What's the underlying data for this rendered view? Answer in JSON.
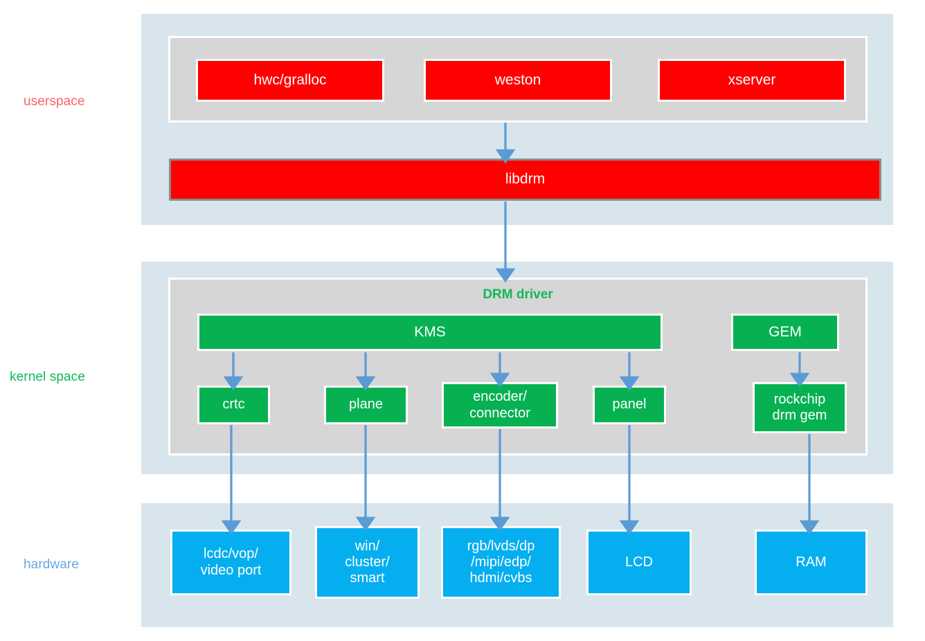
{
  "diagram": {
    "title": "DRM graphics stack block diagram",
    "colors": {
      "band": "#d8e5ed",
      "container": "#d6d6d6",
      "userspace_node": "#fe0000",
      "kernel_node": "#07b152",
      "hardware_node": "#05aeef",
      "arrow": "#5b9bd5",
      "userspace_label": "#fd6361",
      "kernel_label": "#0fb85a",
      "hardware_label": "#67a9e0"
    }
  },
  "layers": {
    "userspace_label": "userspace",
    "kernel_label": "kernel space",
    "hardware_label": "hardware"
  },
  "userspace": {
    "nodes": [
      {
        "id": "hwc",
        "label": "hwc/gralloc"
      },
      {
        "id": "weston",
        "label": "weston"
      },
      {
        "id": "xserver",
        "label": "xserver"
      }
    ],
    "libdrm": "libdrm"
  },
  "kernel": {
    "driver_title": "DRM driver",
    "kms": "KMS",
    "gem": "GEM",
    "nodes": [
      {
        "id": "crtc",
        "label": "crtc"
      },
      {
        "id": "plane",
        "label": "plane"
      },
      {
        "id": "encoder",
        "label": "encoder/\nconnector"
      },
      {
        "id": "panel",
        "label": "panel"
      },
      {
        "id": "rockchip",
        "label": "rockchip\ndrm gem"
      }
    ]
  },
  "hardware": {
    "nodes": [
      {
        "id": "lcdc",
        "label": "lcdc/vop/\nvideo port"
      },
      {
        "id": "win",
        "label": "win/\ncluster/\nsmart"
      },
      {
        "id": "rgb",
        "label": "rgb/lvds/dp\n/mipi/edp/\nhdmi/cvbs"
      },
      {
        "id": "lcd",
        "label": "LCD"
      },
      {
        "id": "ram",
        "label": "RAM"
      }
    ]
  },
  "connections": [
    {
      "from": "userspace-group",
      "to": "libdrm"
    },
    {
      "from": "libdrm",
      "to": "drm-driver"
    },
    {
      "from": "kms",
      "to": "crtc"
    },
    {
      "from": "kms",
      "to": "plane"
    },
    {
      "from": "kms",
      "to": "encoder"
    },
    {
      "from": "kms",
      "to": "panel"
    },
    {
      "from": "gem",
      "to": "rockchip-drm-gem"
    },
    {
      "from": "crtc",
      "to": "lcdc"
    },
    {
      "from": "plane",
      "to": "win"
    },
    {
      "from": "encoder",
      "to": "rgb"
    },
    {
      "from": "panel",
      "to": "lcd"
    },
    {
      "from": "rockchip-drm-gem",
      "to": "ram"
    }
  ]
}
